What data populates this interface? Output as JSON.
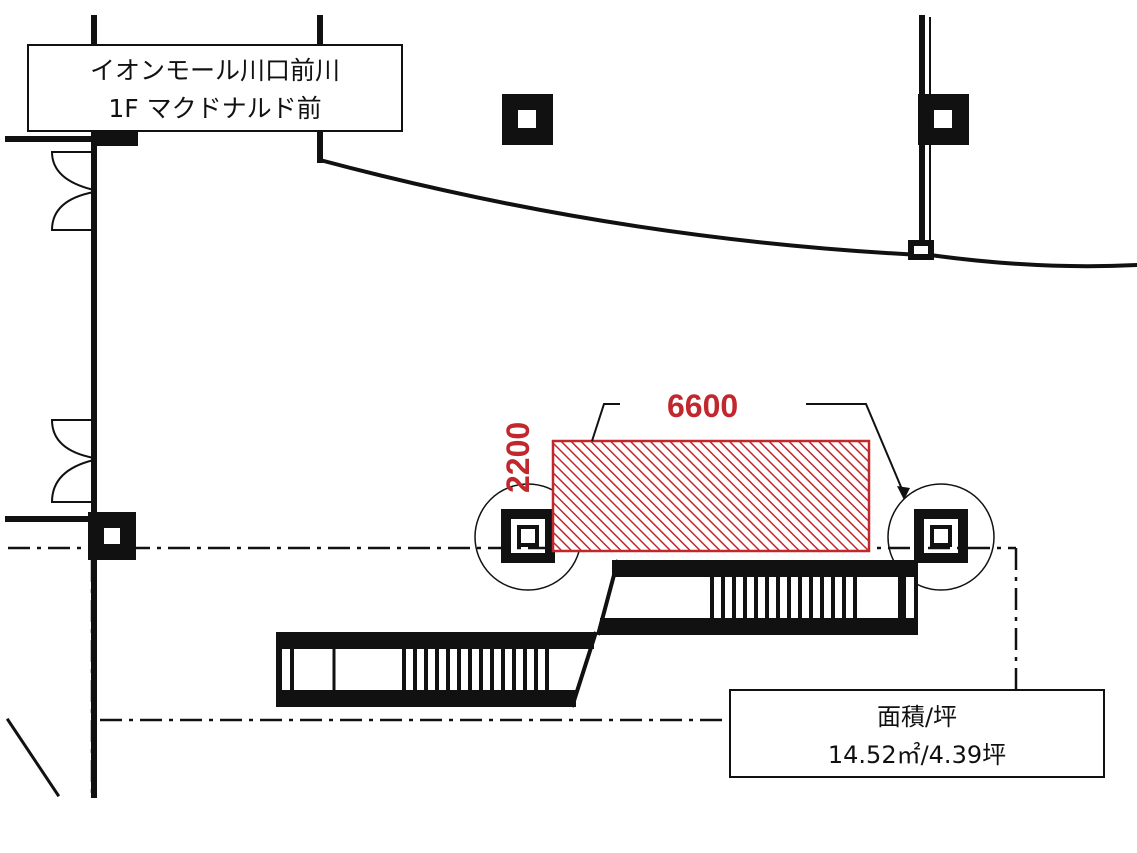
{
  "location": {
    "line1": "イオンモール川口前川",
    "line2": "1F マクドナルド前"
  },
  "area": {
    "heading": "面積/坪",
    "value": "14.52㎡/4.39坪"
  },
  "dimensions": {
    "width": "6600",
    "height": "2200"
  },
  "colors": {
    "highlight": "#c0282d",
    "lines": "#111111"
  },
  "icons": [
    "column-icon",
    "door-icon",
    "escalator-icon"
  ]
}
